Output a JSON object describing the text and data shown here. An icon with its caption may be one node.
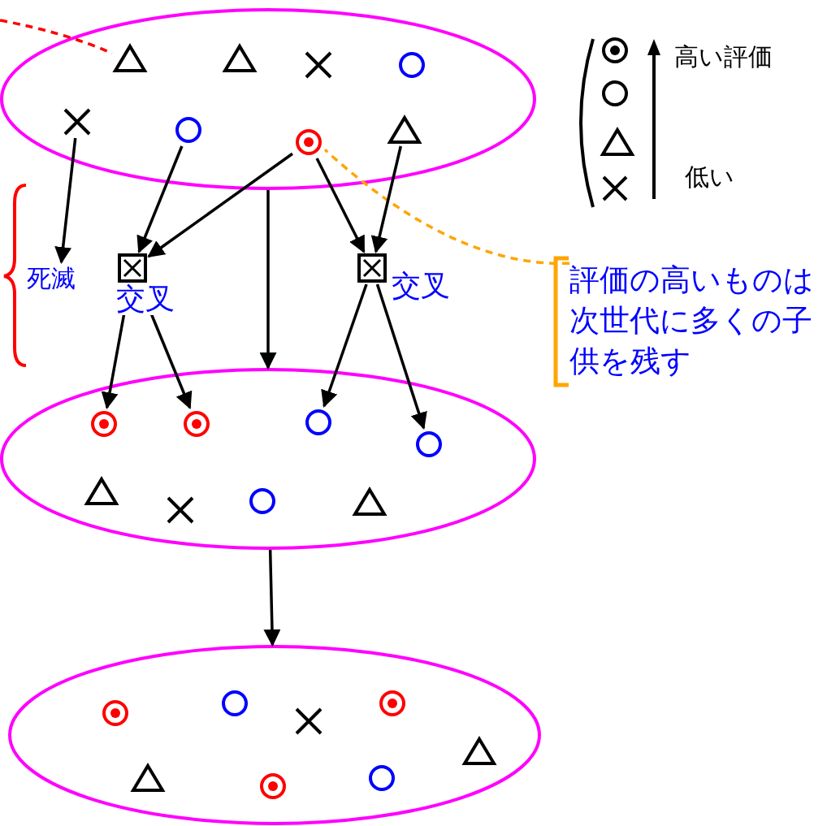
{
  "diagram": {
    "nodes": [
      {
        "text": [],
        "shape": "ellipse"
      },
      {
        "text": [],
        "shape": "triangle",
        "in": 0
      },
      {
        "text": [],
        "shape": "triangle",
        "in": 0
      },
      {
        "text": [],
        "shape": "cross",
        "in": 0
      },
      {
        "text": [],
        "shape": "circle",
        "in": 0
      },
      {
        "text": [],
        "shape": "cross",
        "in": 0
      },
      {
        "text": [],
        "shape": "circle",
        "in": 0
      },
      {
        "text": [],
        "shape": "bullseye",
        "in": 0
      },
      {
        "text": [],
        "shape": "triangle",
        "in": 0
      },
      {
        "text": [
          "死滅"
        ]
      },
      {
        "text": [],
        "shape": "box",
        "beside": [
          "交叉"
        ]
      },
      {
        "text": [],
        "shape": "box",
        "beside": [
          "交叉"
        ]
      },
      {
        "text": [
          "評価の高いものは次世代に多くの子供を残す"
        ]
      },
      {
        "text": [],
        "shape": "ellipse"
      },
      {
        "text": [],
        "shape": "bullseye",
        "in": 13
      },
      {
        "text": [],
        "shape": "bullseye",
        "in": 13
      },
      {
        "text": [],
        "shape": "circle",
        "in": 13
      },
      {
        "text": [],
        "shape": "circle",
        "in": 13
      },
      {
        "text": [],
        "shape": "triangle",
        "in": 13
      },
      {
        "text": [],
        "shape": "cross",
        "in": 13
      },
      {
        "text": [],
        "shape": "circle",
        "in": 13
      },
      {
        "text": [],
        "shape": "triangle",
        "in": 13
      },
      {
        "text": [],
        "shape": "ellipse"
      },
      {
        "text": [],
        "shape": "bullseye",
        "in": 22
      },
      {
        "text": [],
        "shape": "circle",
        "in": 22
      },
      {
        "text": [],
        "shape": "cross",
        "in": 22
      },
      {
        "text": [],
        "shape": "bullseye",
        "in": 22
      },
      {
        "text": [],
        "shape": "triangle",
        "in": 22
      },
      {
        "text": [],
        "shape": "triangle",
        "in": 22
      },
      {
        "text": [],
        "shape": "bullseye",
        "in": 22
      },
      {
        "text": [],
        "shape": "circle",
        "in": 22
      }
    ],
    "edges": [
      {
        "from": null,
        "to": 1,
        "arrow": "none",
        "style": "dashed",
        "color": "#ff0000"
      },
      {
        "from": 12,
        "to": 7,
        "arrow": "none",
        "style": "dashed",
        "color": "#ffa500"
      },
      {
        "from": 5,
        "to": 9,
        "arrow": "to"
      },
      {
        "from": 6,
        "to": 10,
        "arrow": "to"
      },
      {
        "from": 7,
        "to": 10,
        "arrow": "to"
      },
      {
        "from": 7,
        "to": 11,
        "arrow": "to"
      },
      {
        "from": 8,
        "to": 11,
        "arrow": "to"
      },
      {
        "from": 10,
        "to": 14,
        "arrow": "to"
      },
      {
        "from": 10,
        "to": 15,
        "arrow": "to"
      },
      {
        "from": 11,
        "to": 16,
        "arrow": "to"
      },
      {
        "from": 11,
        "to": 17,
        "arrow": "to"
      },
      {
        "from": 0,
        "to": 13,
        "arrow": "to"
      },
      {
        "from": 13,
        "to": 22,
        "arrow": "to"
      }
    ],
    "labels": [
      "高い評価",
      "低い"
    ]
  }
}
